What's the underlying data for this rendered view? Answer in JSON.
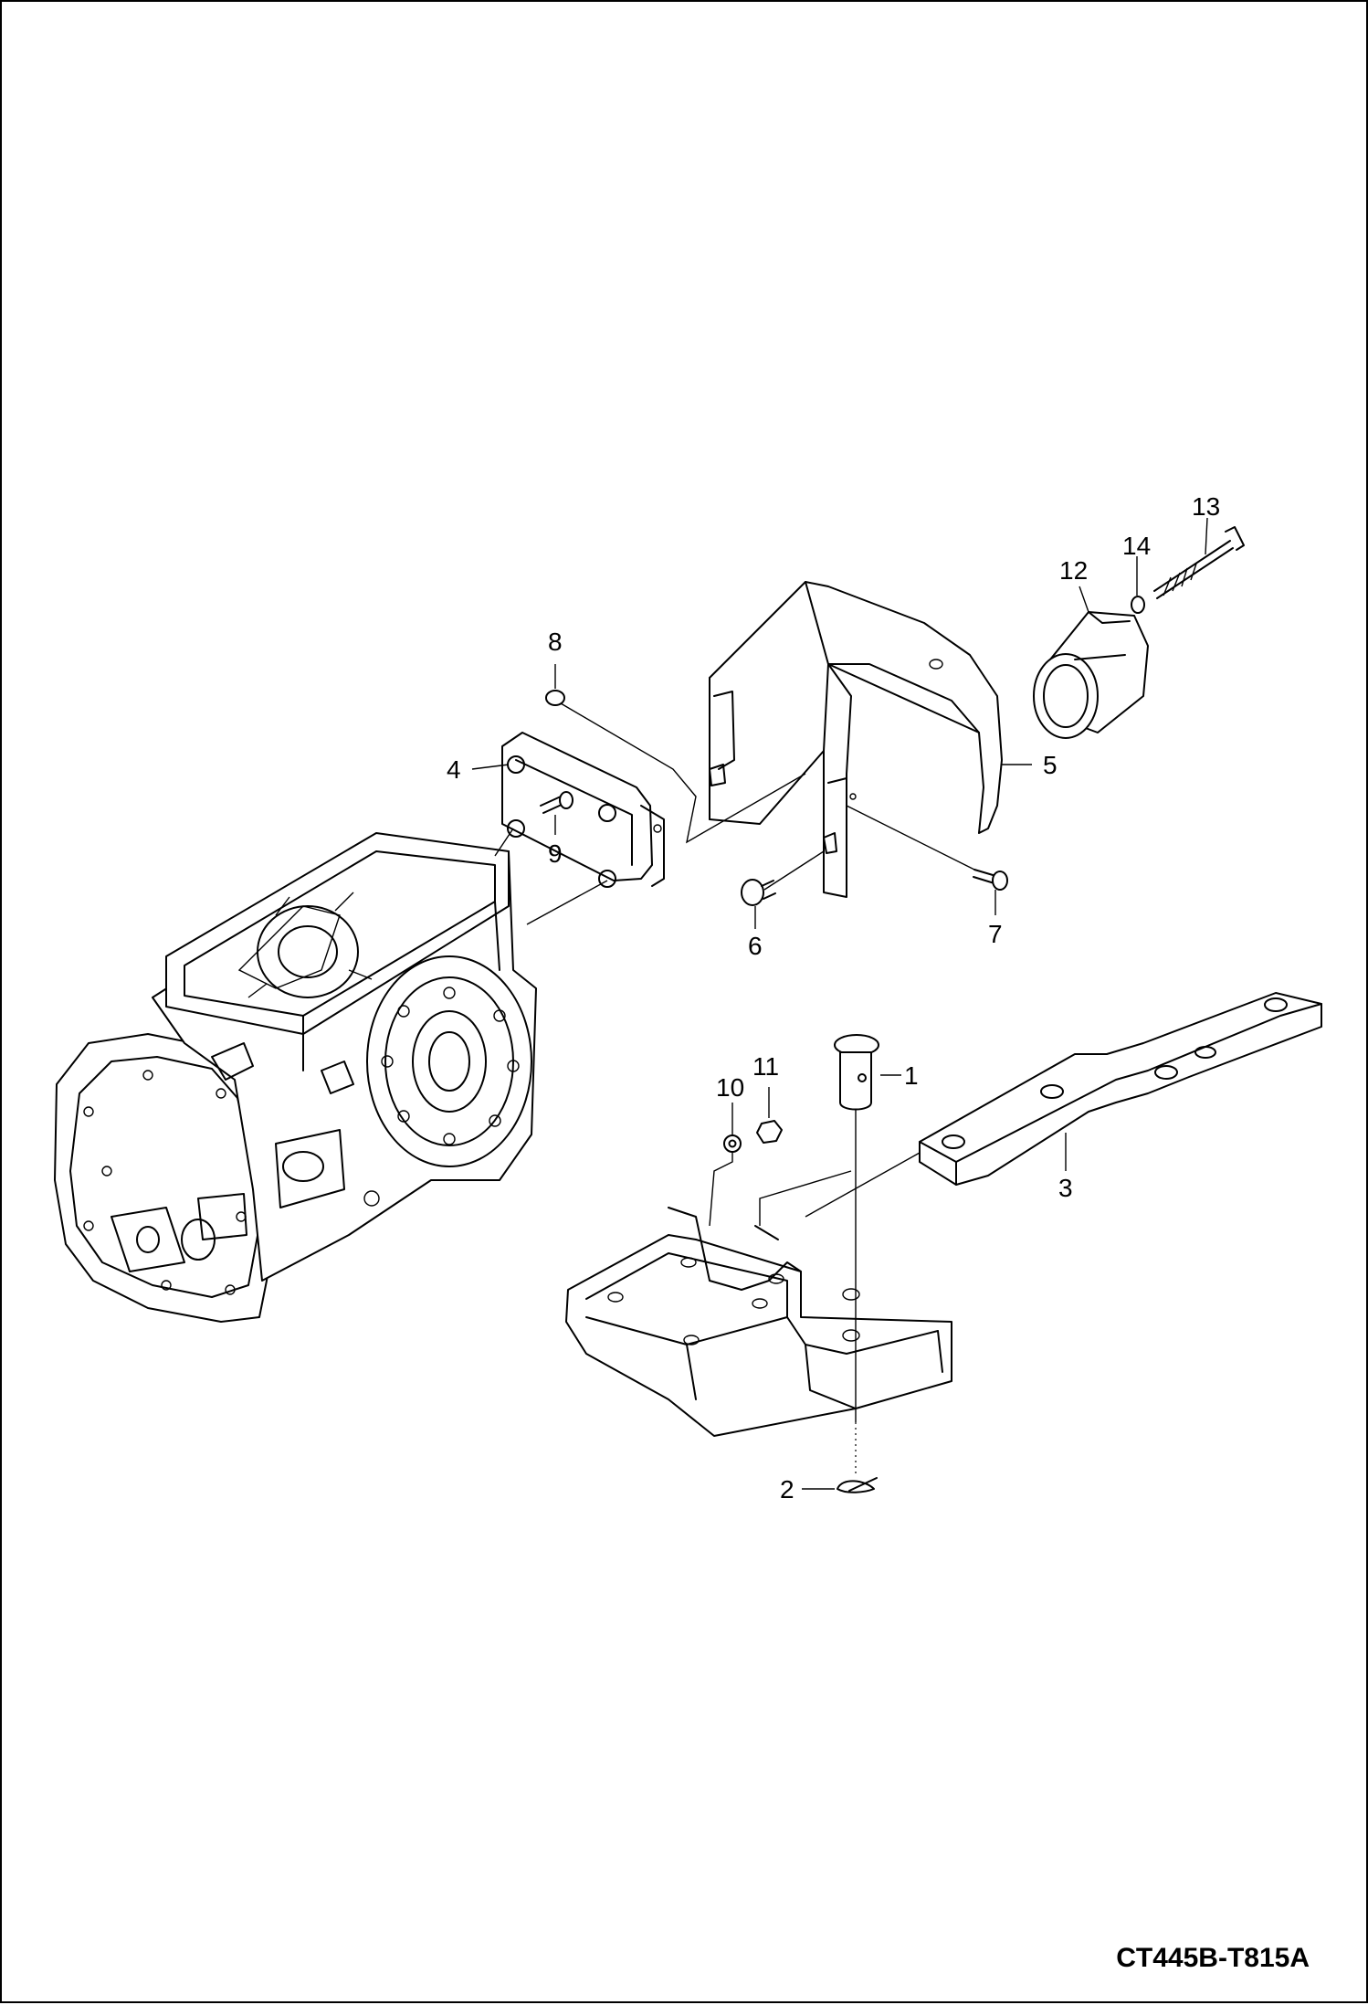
{
  "diagram": {
    "callouts": [
      {
        "id": "1",
        "label": "1"
      },
      {
        "id": "2",
        "label": "2"
      },
      {
        "id": "3",
        "label": "3"
      },
      {
        "id": "4",
        "label": "4"
      },
      {
        "id": "5",
        "label": "5"
      },
      {
        "id": "6",
        "label": "6"
      },
      {
        "id": "7",
        "label": "7"
      },
      {
        "id": "8",
        "label": "8"
      },
      {
        "id": "9",
        "label": "9"
      },
      {
        "id": "10",
        "label": "10"
      },
      {
        "id": "11",
        "label": "11"
      },
      {
        "id": "12",
        "label": "12"
      },
      {
        "id": "13",
        "label": "13"
      },
      {
        "id": "14",
        "label": "14"
      }
    ],
    "reference_code": "CT445B-T815A"
  }
}
